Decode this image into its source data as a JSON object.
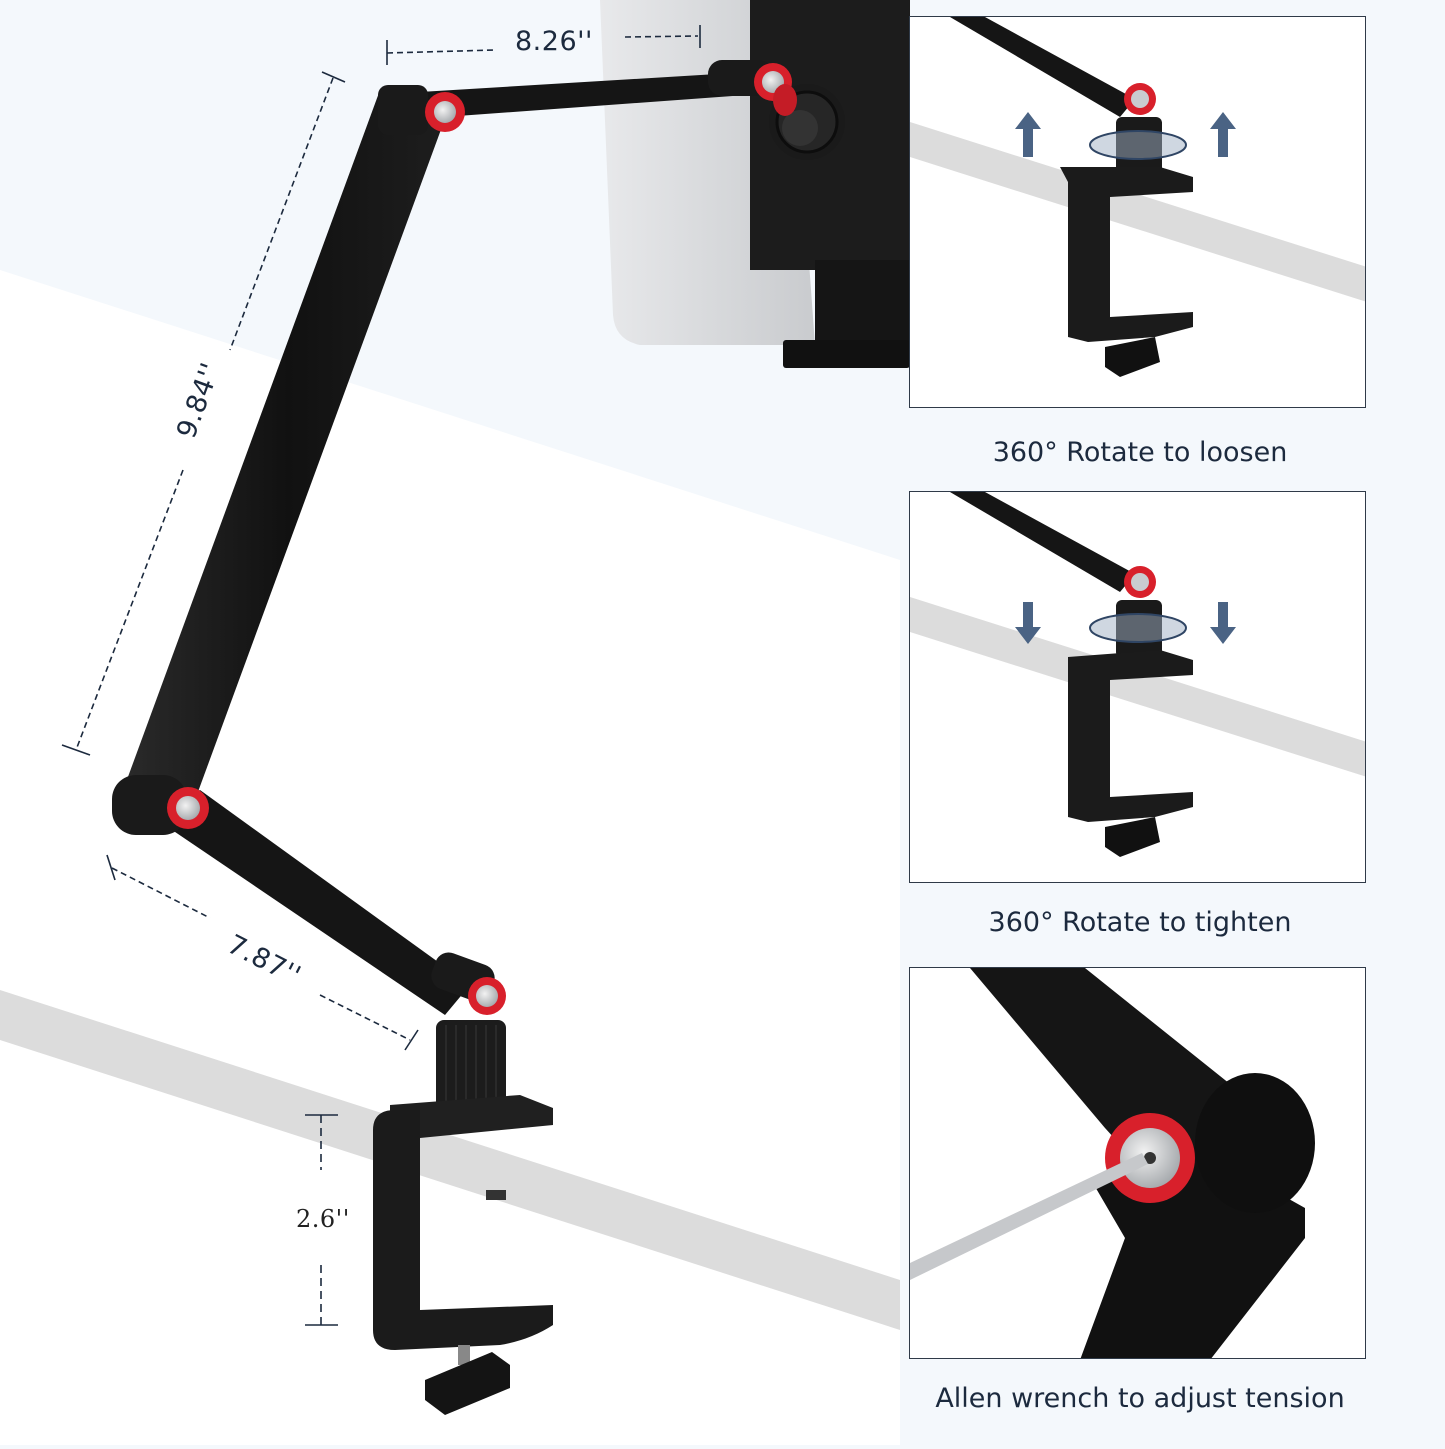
{
  "product": {
    "description": "Folding tablet holder arm with desk C-clamp",
    "colors": {
      "arm": "#141414",
      "accent_ring": "#d8202b",
      "cap": "#c9ccd0",
      "desk": "#dcdcdc",
      "label_text": "#1c2a3e",
      "arrow": "#4a6384",
      "panel_border": "#2f3a48",
      "background": "#f4f8fc"
    }
  },
  "dimensions": {
    "top_arm": "8.26''",
    "middle_arm": "9.84''",
    "lower_arm": "7.87''",
    "clamp_opening": "2.6''"
  },
  "panels": [
    {
      "id": "loosen",
      "caption": "360° Rotate to loosen",
      "arrow_direction": "up",
      "icon": "rotate-icon"
    },
    {
      "id": "tighten",
      "caption": "360° Rotate to tighten",
      "arrow_direction": "down",
      "icon": "rotate-icon"
    },
    {
      "id": "tension",
      "caption": "Allen wrench to adjust tension",
      "icon": "allen-wrench-icon"
    }
  ]
}
